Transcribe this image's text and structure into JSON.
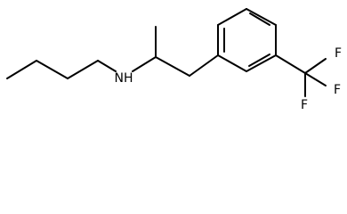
{
  "molecule": {
    "atoms": {
      "amine_label": "NH",
      "fluorine_1": "F",
      "fluorine_2": "F",
      "fluorine_3": "F"
    }
  }
}
